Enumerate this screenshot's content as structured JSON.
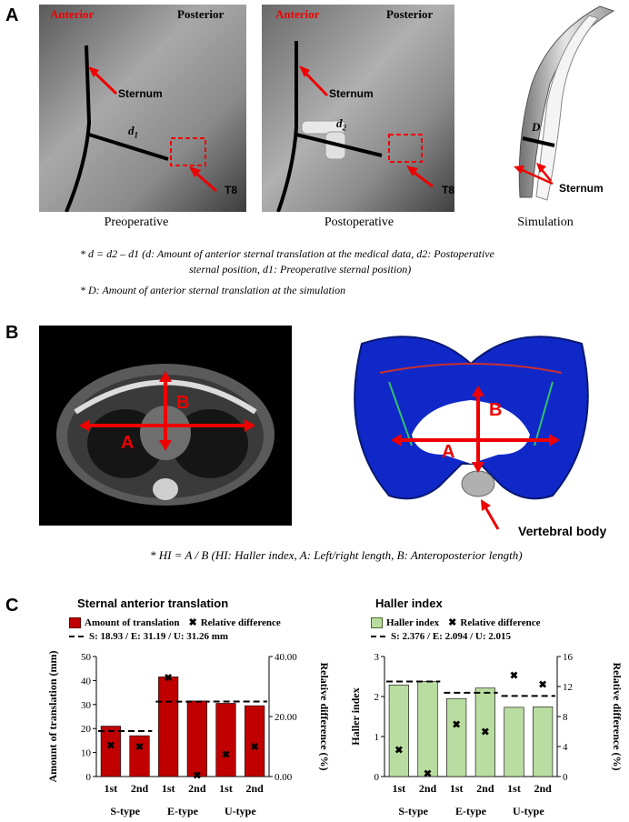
{
  "panels": {
    "A": "A",
    "B": "B",
    "C": "C"
  },
  "panelA": {
    "pre": {
      "anterior": "Anterior",
      "posterior": "Posterior",
      "sternum": "Sternum",
      "d": "d",
      "dsub": "1",
      "t8": "T8",
      "caption": "Preoperative"
    },
    "post": {
      "anterior": "Anterior",
      "posterior": "Posterior",
      "sternum": "Sternum",
      "d": "d",
      "dsub": "2",
      "t8": "T8",
      "caption": "Postoperative"
    },
    "sim": {
      "D": "D",
      "sternum": "Sternum",
      "caption": "Simulation"
    },
    "note1": "* d = d2 – d1 (d: Amount of anterior sternal translation at the medical data, d2: Postoperative",
    "note1b": "sternal position, d1: Preoperative sternal position)",
    "note2": "* D: Amount of anterior sternal translation at the simulation"
  },
  "panelB": {
    "A": "A",
    "B": "B",
    "vertebral": "Vertebral body",
    "note": "* HI = A / B (HI: Haller index, A: Left/right length, B: Anteroposterior length)"
  },
  "chart_data": [
    {
      "type": "bar",
      "title": "Sternal anterior translation",
      "legend": {
        "bar": "Amount of translation",
        "marker": "Relative difference",
        "dash": "S: 18.93  /  E: 31.19  /  U: 31.26 mm"
      },
      "categories": [
        "1st",
        "2nd",
        "1st",
        "2nd",
        "1st",
        "2nd"
      ],
      "groups": [
        "S-type",
        "E-type",
        "U-type"
      ],
      "ylabel": "Amount of translation (mm)",
      "y2label": "Relative difference (%)",
      "ylim": [
        0,
        50
      ],
      "y2lim": [
        0,
        40
      ],
      "yticks": [
        "0",
        "10",
        "20",
        "30",
        "40",
        "50"
      ],
      "y2ticks": [
        "0.00",
        "20.00",
        "40.00"
      ],
      "values": [
        21,
        17,
        41.5,
        31.5,
        30.5,
        29.5
      ],
      "relative_diff": [
        10.5,
        10,
        33,
        0.5,
        7.5,
        10
      ],
      "reference": [
        18.93,
        31.19,
        31.26
      ],
      "bar_color": "#c00000"
    },
    {
      "type": "bar",
      "title": "Haller index",
      "legend": {
        "bar": "Haller index",
        "marker": "Relative difference",
        "dash": "S: 2.376  /  E: 2.094  /  U: 2.015"
      },
      "categories": [
        "1st",
        "2nd",
        "1st",
        "2nd",
        "1st",
        "2nd"
      ],
      "groups": [
        "S-type",
        "E-type",
        "U-type"
      ],
      "ylabel": "Haller index",
      "y2label": "Relative difference (%)",
      "ylim": [
        0,
        3
      ],
      "y2lim": [
        0,
        16
      ],
      "yticks": [
        "0",
        "1",
        "2",
        "3"
      ],
      "y2ticks": [
        "0",
        "4",
        "8",
        "12",
        "16"
      ],
      "values": [
        2.29,
        2.38,
        1.95,
        2.21,
        1.73,
        1.74
      ],
      "relative_diff": [
        3.6,
        0.4,
        7,
        6,
        13.5,
        12.3
      ],
      "reference": [
        2.376,
        2.094,
        2.015
      ],
      "bar_color": "#b9dca0"
    }
  ]
}
